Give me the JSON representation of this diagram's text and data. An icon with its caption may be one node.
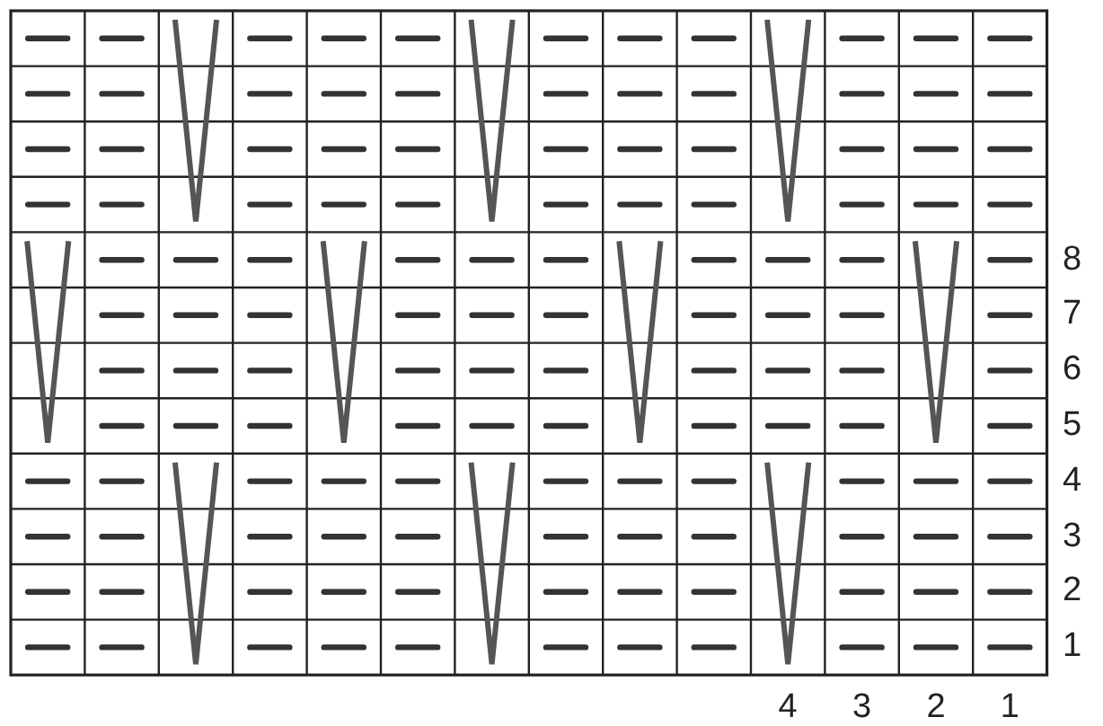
{
  "diagram": {
    "labels": [
      "8",
      "7",
      "6",
      "5",
      "4",
      "3",
      "2",
      "1",
      "4",
      "3",
      "2",
      "1"
    ]
  }
}
